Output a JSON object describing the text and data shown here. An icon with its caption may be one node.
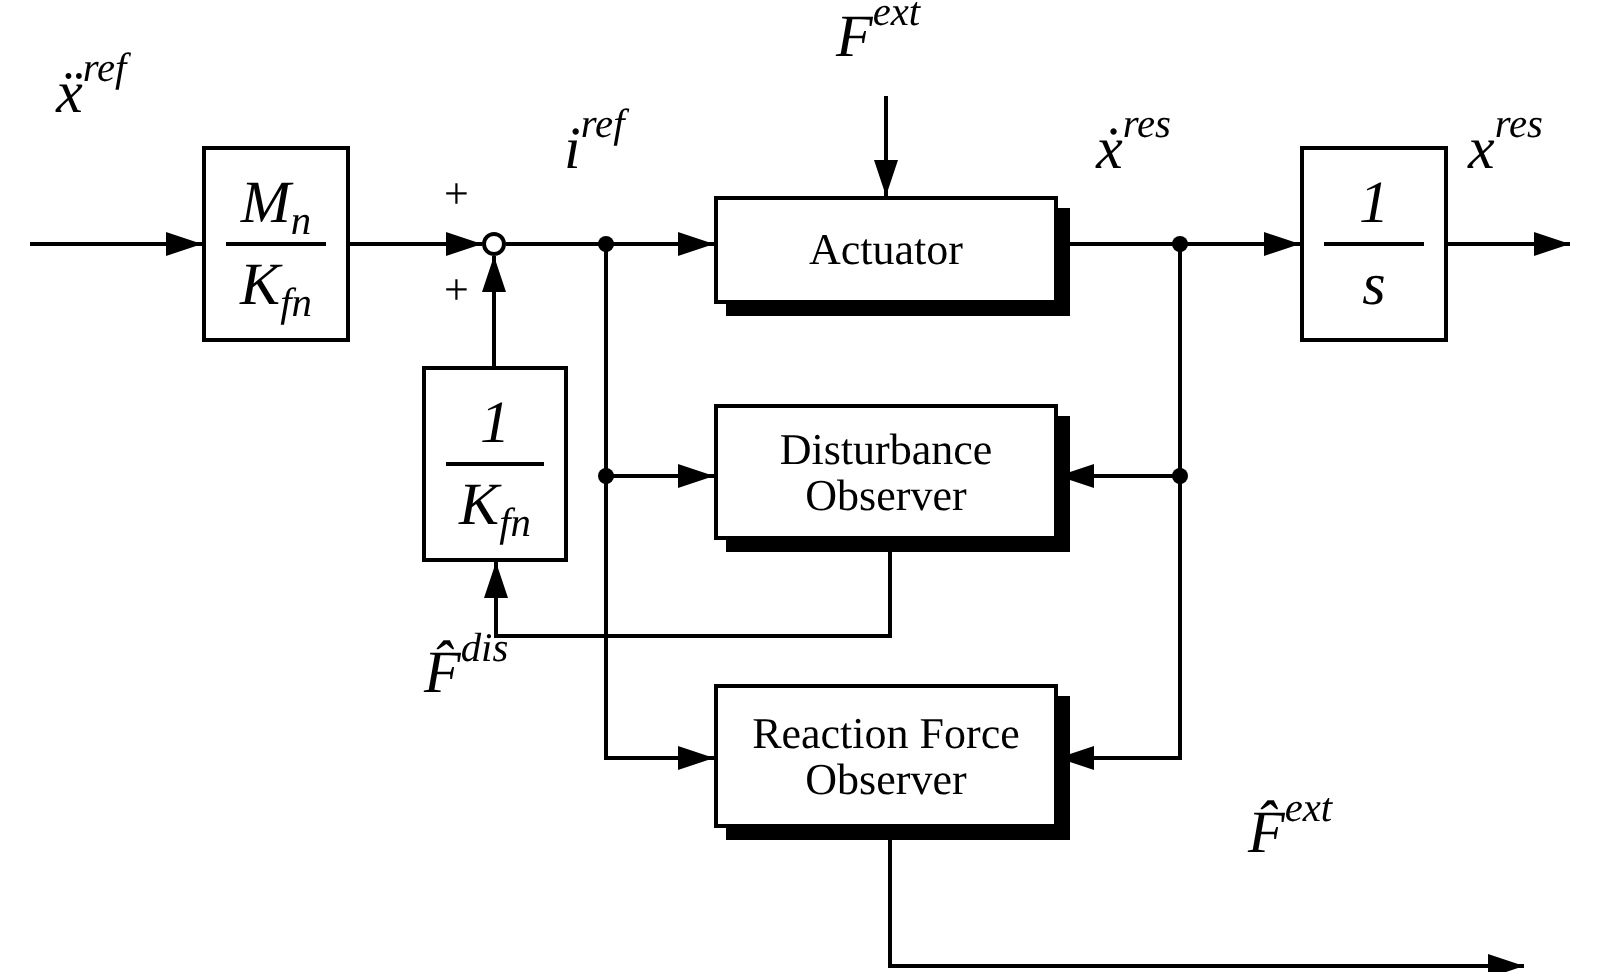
{
  "diagram": {
    "nodes": [
      {
        "text": [
          "M$_{n}$",
          "K$_{fn}$"
        ]
      },
      {
        "text": [],
        "shape": "circle"
      },
      {
        "text": [
          "Actuator"
        ]
      },
      {
        "text": [
          "1",
          "s"
        ]
      },
      {
        "text": [
          "Disturbance Observer"
        ]
      },
      {
        "text": [
          "1",
          "K$_{fn}$"
        ]
      },
      {
        "text": [
          "Reaction Force Observer"
        ]
      }
    ],
    "edges": [
      {
        "from": null,
        "to": 0,
        "arrow": "to",
        "label": "ẍ$^{ref}$"
      },
      {
        "from": 0,
        "to": 1,
        "arrow": "to"
      },
      {
        "from": 1,
        "to": 2,
        "arrow": "to",
        "label": "i$^{ref}$"
      },
      {
        "from": null,
        "to": 2,
        "arrow": "to",
        "label": "F$^{ext}$"
      },
      {
        "from": 2,
        "to": 3,
        "arrow": "to",
        "label": "ẋ$^{res}$"
      },
      {
        "from": 3,
        "to": null,
        "arrow": "to",
        "label": "x$^{res}$"
      },
      {
        "from": 1,
        "to": 4,
        "arrow": "to"
      },
      {
        "from": 1,
        "to": 6,
        "arrow": "to"
      },
      {
        "from": 2,
        "to": 4,
        "arrow": "to"
      },
      {
        "from": 2,
        "to": 6,
        "arrow": "to"
      },
      {
        "from": 4,
        "to": 5,
        "arrow": "to",
        "label": "F̂$^{dis}$"
      },
      {
        "from": 5,
        "to": 1,
        "arrow": "to"
      },
      {
        "from": 6,
        "to": null,
        "arrow": "to",
        "label": "F̂$^{ext}$"
      }
    ],
    "labels": [
      "+",
      "+"
    ]
  }
}
